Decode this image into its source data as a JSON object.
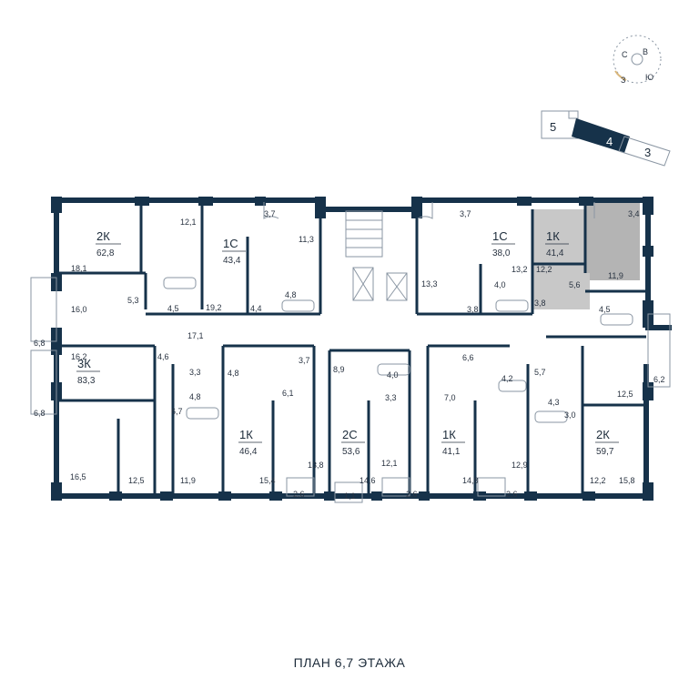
{
  "title": "ПЛАН 6,7 ЭТАЖА",
  "compass": {
    "north": "С",
    "east": "В",
    "south": "Ю",
    "west": "З"
  },
  "sections": [
    {
      "label": "5",
      "active": false
    },
    {
      "label": "4",
      "active": true
    },
    {
      "label": "3",
      "active": false
    }
  ],
  "apartments": [
    {
      "type": "2К",
      "area": "62,8"
    },
    {
      "type": "1С",
      "area": "43,4"
    },
    {
      "type": "1С",
      "area": "38,0"
    },
    {
      "type": "1К",
      "area": "41,4",
      "highlighted": true
    },
    {
      "type": "3К",
      "area": "83,3"
    },
    {
      "type": "1К",
      "area": "46,4"
    },
    {
      "type": "2С",
      "area": "53,6"
    },
    {
      "type": "1К",
      "area": "41,1"
    },
    {
      "type": "2К",
      "area": "59,7"
    }
  ],
  "rooms": [
    "18,1",
    "12,1",
    "3,7",
    "11,3",
    "19,2",
    "5,3",
    "4,5",
    "4,4",
    "4,8",
    "3,7",
    "13,3",
    "13,2",
    "4,0",
    "3,8",
    "12,2",
    "3,4",
    "11,9",
    "5,6",
    "3,8",
    "4,5",
    "16,0",
    "6,8",
    "16,2",
    "4,6",
    "17,1",
    "3,3",
    "4,8",
    "6,7",
    "4,8",
    "3,7",
    "6,1",
    "8,9",
    "4,0",
    "3,3",
    "6,6",
    "7,0",
    "4,2",
    "5,7",
    "4,3",
    "6,2",
    "12,5",
    "3,0",
    "6,8",
    "16,5",
    "12,5",
    "11,9",
    "15,4",
    "13,8",
    "2,6",
    "14,6",
    "1,1",
    "12,1",
    "2,6",
    "14,8",
    "12,9",
    "2,6",
    "12,2",
    "15,8"
  ],
  "colors": {
    "wall": "#16324a",
    "highlight": "#c8c8c8",
    "highlight_dark": "#b4b4b4",
    "line": "#8a96a3",
    "accent": "#d9b67a"
  }
}
